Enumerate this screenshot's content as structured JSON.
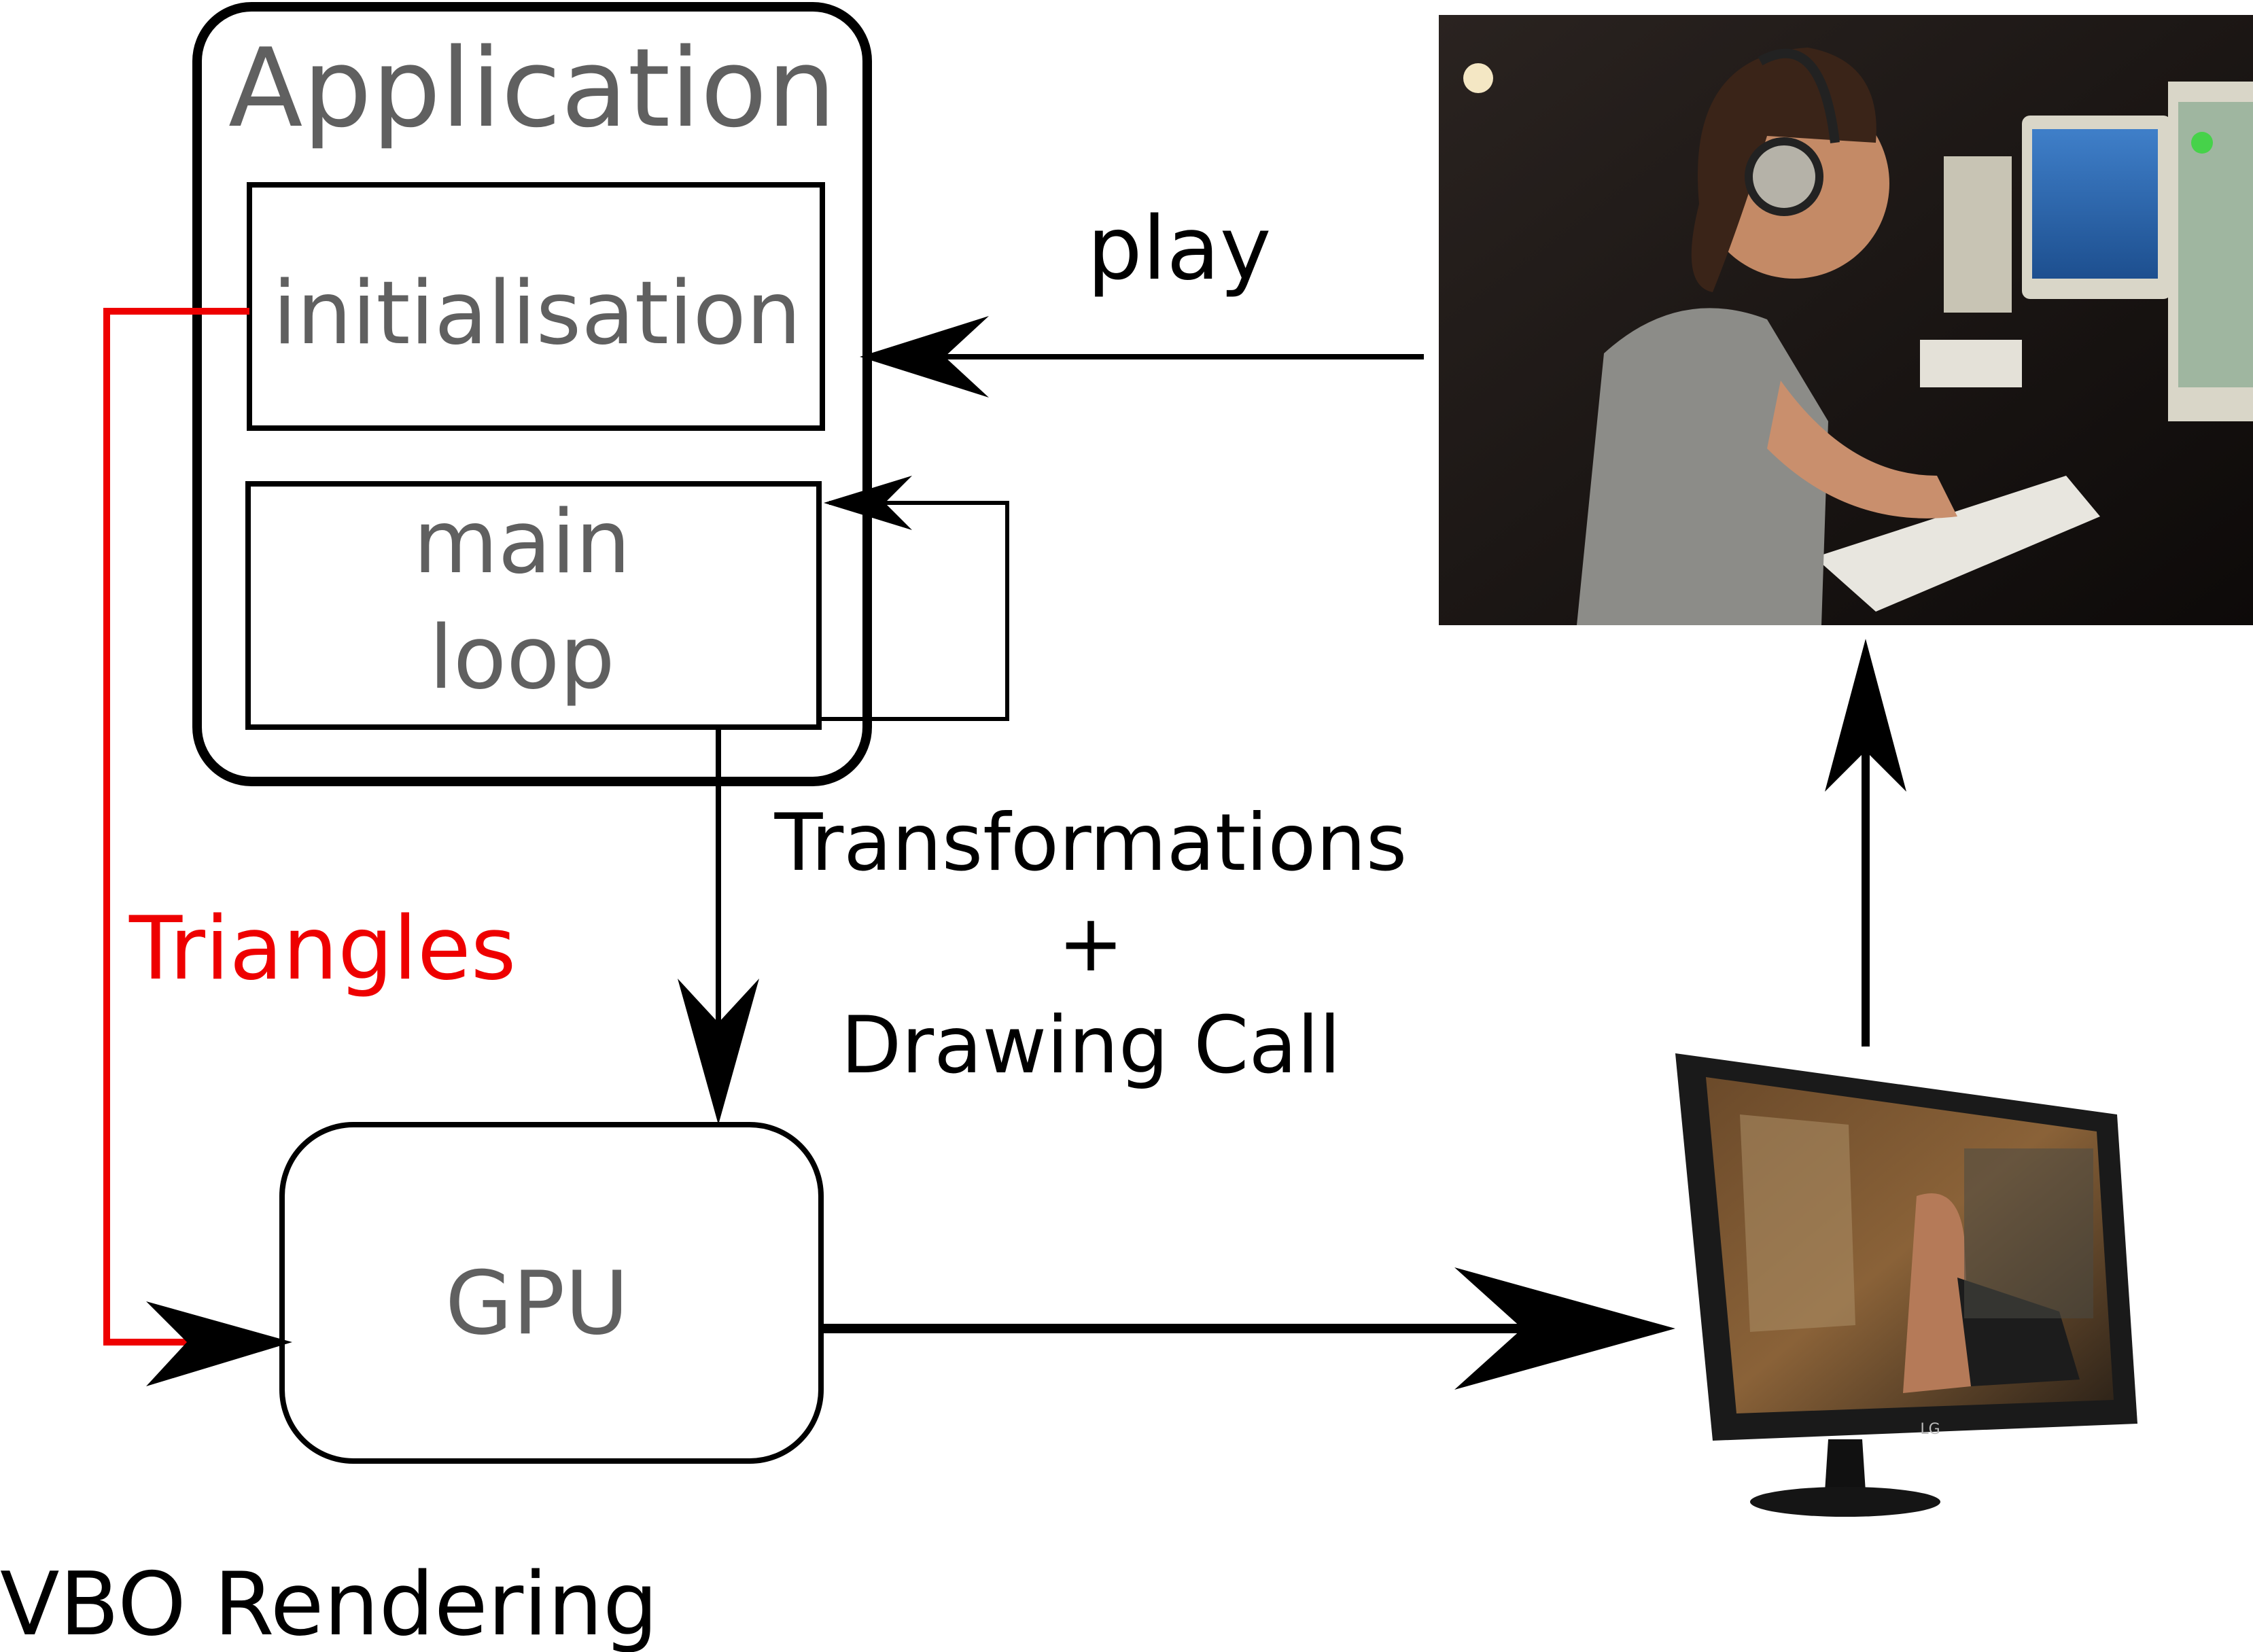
{
  "diagram": {
    "application": {
      "title": "Application"
    },
    "initialisation": {
      "label": "initialisation"
    },
    "main_loop": {
      "line1": "main",
      "line2": "loop"
    },
    "gpu": {
      "label": "GPU"
    },
    "edges": {
      "triangles": "Triangles",
      "transformations": "Transformations",
      "plus": "+",
      "drawing_call": "Drawing Call",
      "play": "play"
    },
    "caption": "VBO Rendering",
    "monitor": {
      "brand": "LG"
    },
    "colors": {
      "triangles_edge": "#ee0000",
      "box_text": "#606060",
      "ink": "#000000"
    }
  }
}
